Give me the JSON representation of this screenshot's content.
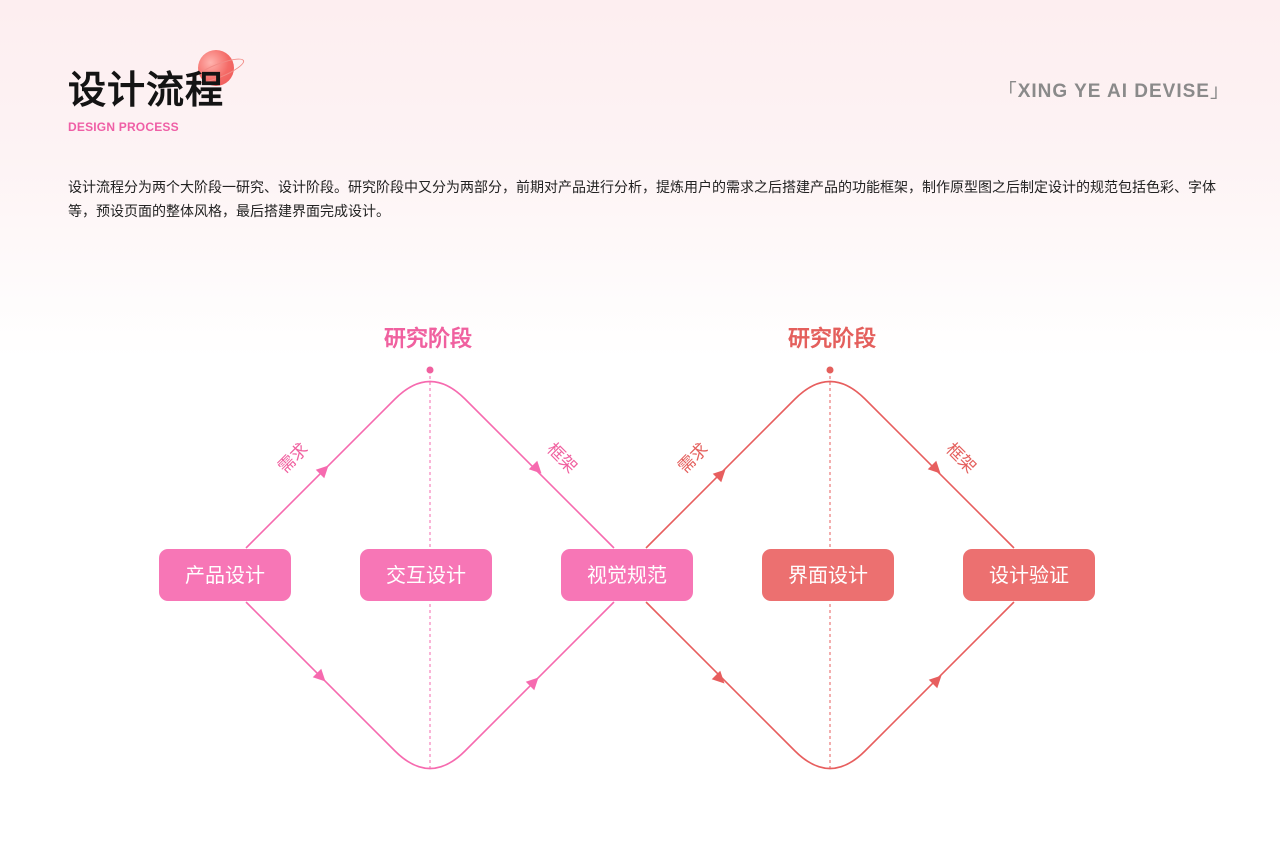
{
  "header": {
    "title": "设计流程",
    "subtitle": "DESIGN PROCESS",
    "brand_open": "「",
    "brand_text": "XING YE AI DEVISE",
    "brand_close": "」"
  },
  "intro": "设计流程分为两个大阶段一研究、设计阶段。研究阶段中又分为两部分，前期对产品进行分析，提炼用户的需求之后搭建产品的功能框架，制作原型图之后制定设计的规范包括色彩、字体等，预设页面的整体风格，最后搭建界面完成设计。",
  "diagram": {
    "stages": [
      {
        "label": "研究阶段",
        "color": "#f0609f"
      },
      {
        "label": "研究阶段",
        "color": "#e45f5c"
      }
    ],
    "steps": [
      "产品设计",
      "交互设计",
      "视觉规范",
      "界面设计",
      "设计验证"
    ],
    "step_colors": [
      "#f776b6",
      "#f776b6",
      "#f776b6",
      "#ec7070",
      "#ec7070"
    ],
    "edge_labels": [
      {
        "text": "需求",
        "color": "#f0609f"
      },
      {
        "text": "框架",
        "color": "#f0609f"
      },
      {
        "text": "需求",
        "color": "#e45f5c"
      },
      {
        "text": "框架",
        "color": "#e45f5c"
      }
    ],
    "line_colors": [
      "#f66aaf",
      "#e75e5e"
    ]
  }
}
